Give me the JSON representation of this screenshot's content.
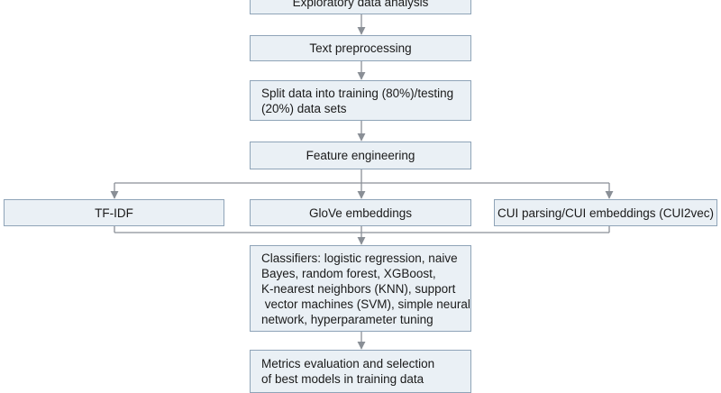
{
  "diagram": {
    "steps": {
      "eda": "Exploratory data analysis",
      "preprocess": "Text preprocessing",
      "split_line1": "Split data into training (80%)/testing",
      "split_line2": "(20%) data sets",
      "feature": "Feature engineering",
      "tfidf": "TF-IDF",
      "glove": "GloVe embeddings",
      "cui": "CUI parsing/CUI embeddings (CUI2vec)",
      "classifiers_line1": "Classifiers: logistic regression, naive",
      "classifiers_line2": "Bayes, random forest, XGBoost,",
      "classifiers_line3": "K-nearest neighbors (KNN), support",
      "classifiers_line4": " vector machines (SVM), simple neural",
      "classifiers_line5": "network, hyperparameter tuning",
      "metrics_line1": "Metrics evaluation and selection",
      "metrics_line2": "of best models in training data"
    },
    "colors": {
      "box_fill": "#eaf0f5",
      "box_border": "#8fa4b8",
      "connector": "#8a8f96"
    }
  }
}
